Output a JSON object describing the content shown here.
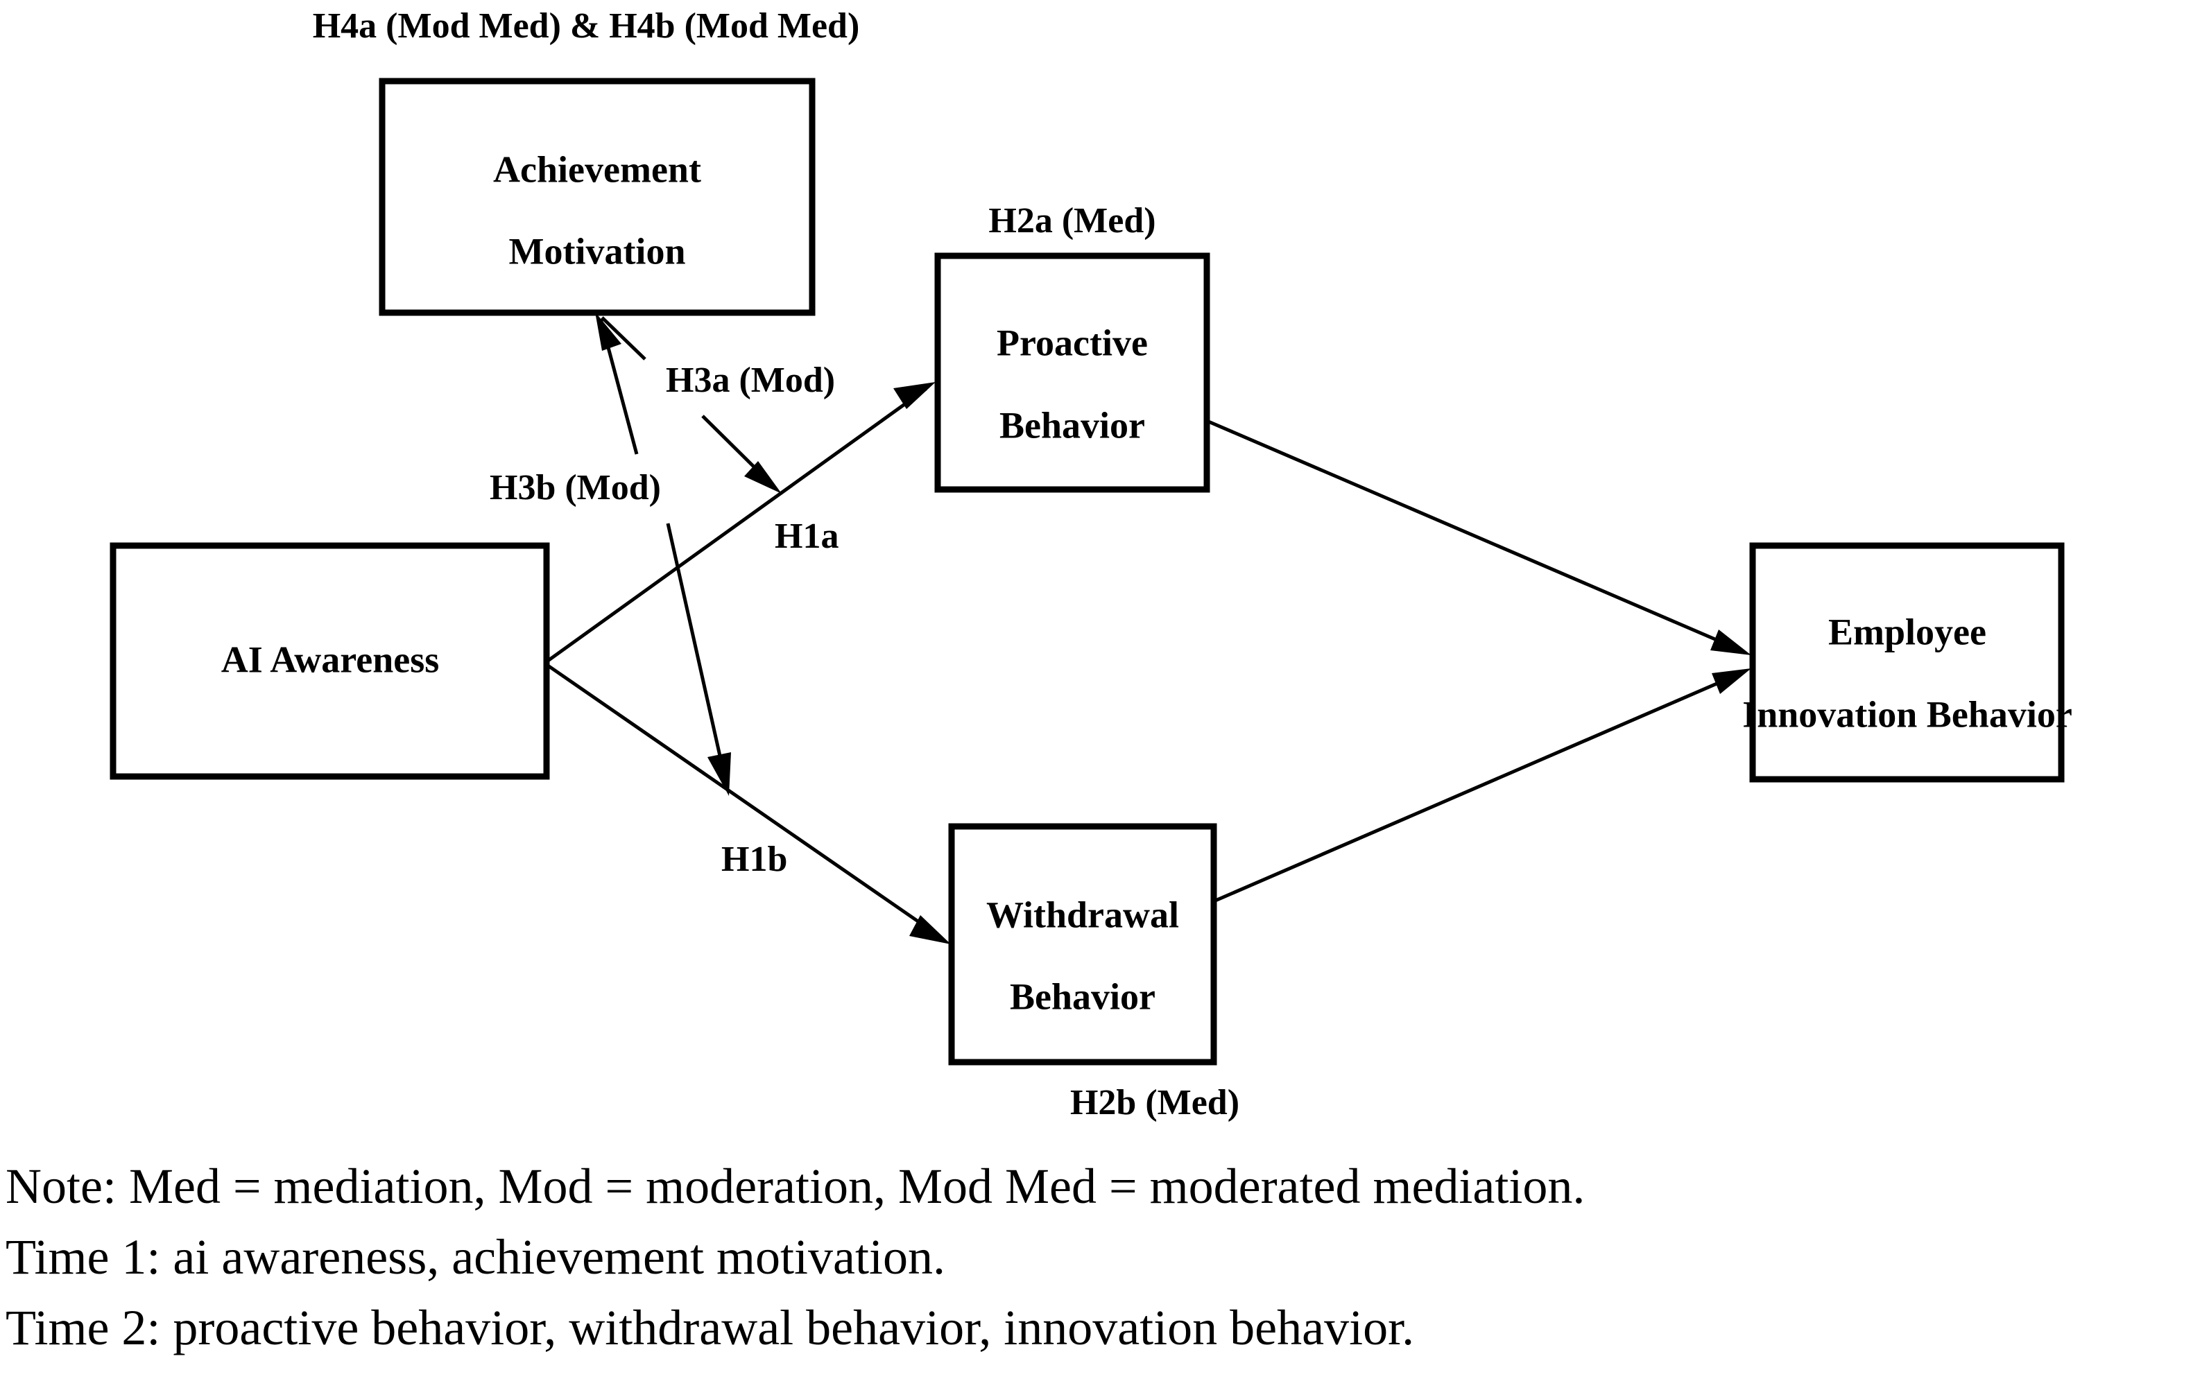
{
  "figure": {
    "type": "conceptual-research-model",
    "top_label": "H4a (Mod Med) & H4b (Mod Med)"
  },
  "boxes": {
    "achievement_motivation": {
      "line1": "Achievement",
      "line2": "Motivation"
    },
    "ai_awareness": {
      "line1": "AI Awareness"
    },
    "proactive_behavior": {
      "line1": "Proactive",
      "line2": "Behavior"
    },
    "withdrawal_behavior": {
      "line1": "Withdrawal",
      "line2": "Behavior"
    },
    "employee_innovation_behavior": {
      "line1": "Employee",
      "line2": "Innovation Behavior"
    }
  },
  "path_labels": {
    "h4ab": "H4a (Mod Med) & H4b (Mod Med)",
    "h3a": "H3a (Mod)",
    "h3b": "H3b (Mod)",
    "h1a": "H1a",
    "h1b": "H1b",
    "h2a": "H2a (Med)",
    "h2b": "H2b (Med)"
  },
  "note": {
    "line1": "Note: Med = mediation, Mod = moderation, Mod Med = moderated mediation.",
    "line2": "Time 1: ai awareness, achievement motivation.",
    "line3": "Time 2: proactive behavior, withdrawal behavior, innovation behavior."
  },
  "colors": {
    "stroke": "#000000",
    "fill": "#ffffff",
    "text": "#000000"
  }
}
